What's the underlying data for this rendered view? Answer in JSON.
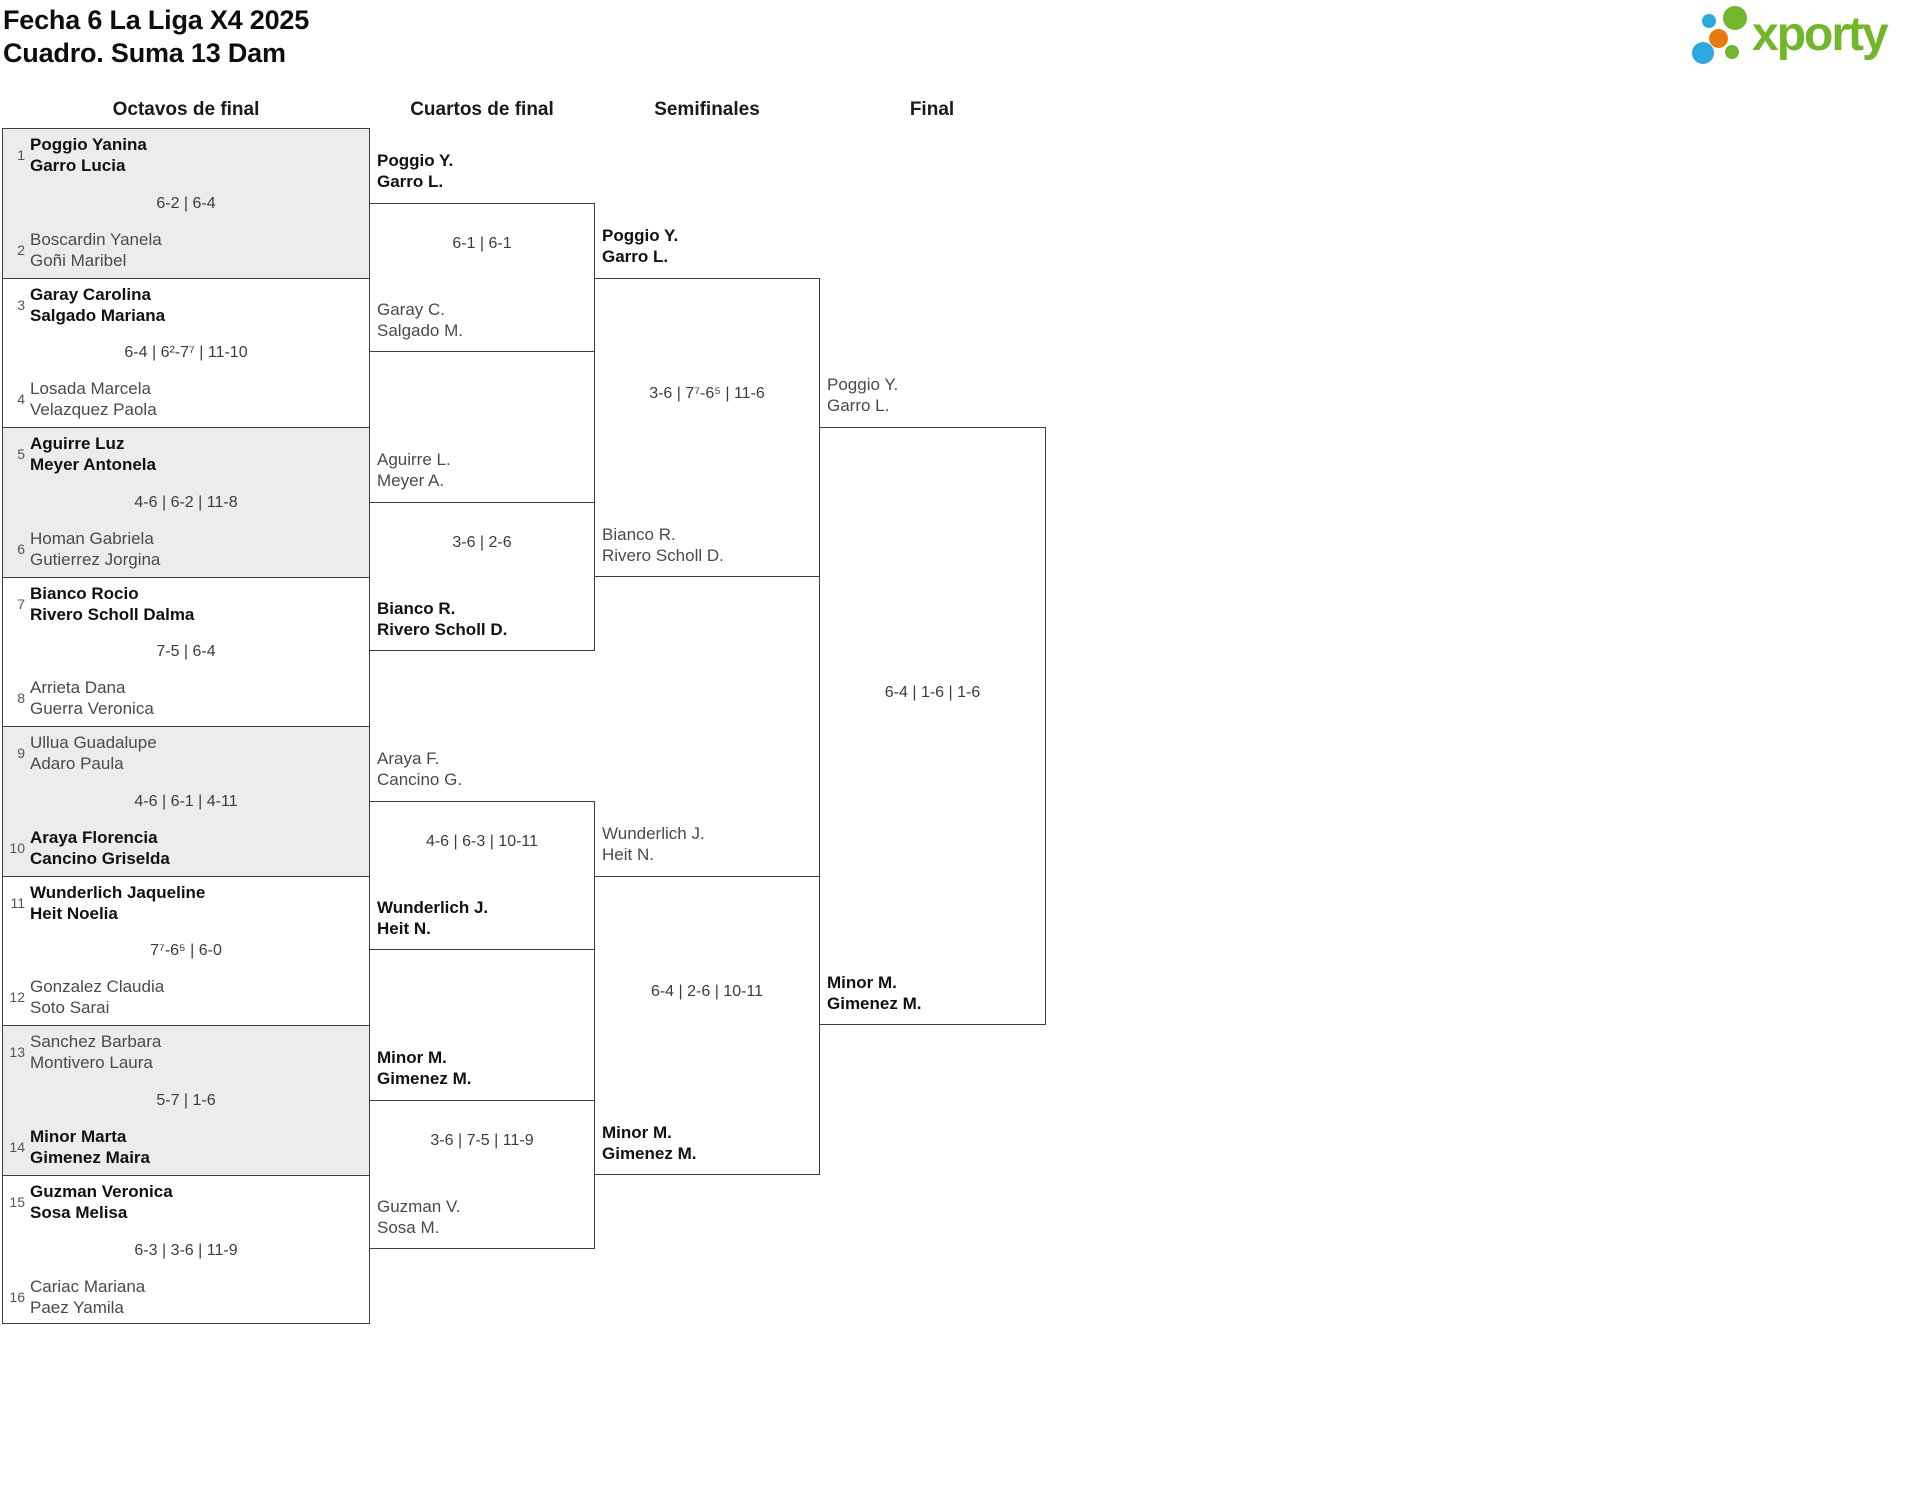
{
  "page": {
    "title_line1": "Fecha 6 La Liga X4 2025",
    "title_line2": "Cuadro. Suma 13 Dam"
  },
  "logo": {
    "wordmark": "xporty",
    "colors": {
      "green": "#72b62c",
      "blue": "#2ca8e0",
      "orange": "#e87a10"
    }
  },
  "round_headers": [
    "Octavos de final",
    "Cuartos de final",
    "Semifinales",
    "Final"
  ],
  "octavos": {
    "matches": [
      {
        "seed_top": "1",
        "top_line1": "Poggio Yanina",
        "top_line2": "Garro Lucia",
        "top_winner": true,
        "seed_bottom": "2",
        "bottom_line1": "Boscardin Yanela",
        "bottom_line2": "Goñi Maribel",
        "bottom_winner": false,
        "score": "6-2 | 6-4"
      },
      {
        "seed_top": "3",
        "top_line1": "Garay Carolina",
        "top_line2": "Salgado Mariana",
        "top_winner": true,
        "seed_bottom": "4",
        "bottom_line1": "Losada Marcela",
        "bottom_line2": "Velazquez Paola",
        "bottom_winner": false,
        "score": "6-4 | 6²-7⁷ | 11-10"
      },
      {
        "seed_top": "5",
        "top_line1": "Aguirre Luz",
        "top_line2": "Meyer Antonela",
        "top_winner": true,
        "seed_bottom": "6",
        "bottom_line1": "Homan Gabriela",
        "bottom_line2": "Gutierrez Jorgina",
        "bottom_winner": false,
        "score": "4-6 | 6-2 | 11-8"
      },
      {
        "seed_top": "7",
        "top_line1": "Bianco Rocio",
        "top_line2": "Rivero Scholl Dalma",
        "top_winner": true,
        "seed_bottom": "8",
        "bottom_line1": "Arrieta Dana",
        "bottom_line2": "Guerra Veronica",
        "bottom_winner": false,
        "score": "7-5 | 6-4"
      },
      {
        "seed_top": "9",
        "top_line1": "Ullua Guadalupe",
        "top_line2": "Adaro Paula",
        "top_winner": false,
        "seed_bottom": "10",
        "bottom_line1": "Araya Florencia",
        "bottom_line2": "Cancino Griselda",
        "bottom_winner": true,
        "score": "4-6 | 6-1 | 4-11"
      },
      {
        "seed_top": "11",
        "top_line1": "Wunderlich Jaqueline",
        "top_line2": "Heit Noelia",
        "top_winner": true,
        "seed_bottom": "12",
        "bottom_line1": "Gonzalez Claudia",
        "bottom_line2": "Soto Sarai",
        "bottom_winner": false,
        "score": "7⁷-6⁵ | 6-0"
      },
      {
        "seed_top": "13",
        "top_line1": "Sanchez Barbara",
        "top_line2": "Montivero Laura",
        "top_winner": false,
        "seed_bottom": "14",
        "bottom_line1": "Minor Marta",
        "bottom_line2": "Gimenez Maira",
        "bottom_winner": true,
        "score": "5-7 | 1-6"
      },
      {
        "seed_top": "15",
        "top_line1": "Guzman Veronica",
        "top_line2": "Sosa Melisa",
        "top_winner": true,
        "seed_bottom": "16",
        "bottom_line1": "Cariac Mariana",
        "bottom_line2": "Paez Yamila",
        "bottom_winner": false,
        "score": "6-3 | 3-6 | 11-9"
      }
    ]
  },
  "cuartos": {
    "matches": [
      {
        "top_line1": "Poggio Y.",
        "top_line2": "Garro L.",
        "top_winner": true,
        "bottom_line1": "Garay C.",
        "bottom_line2": "Salgado M.",
        "bottom_winner": false,
        "score": "6-1 | 6-1"
      },
      {
        "top_line1": "Aguirre L.",
        "top_line2": "Meyer A.",
        "top_winner": false,
        "bottom_line1": "Bianco R.",
        "bottom_line2": "Rivero Scholl D.",
        "bottom_winner": true,
        "score": "3-6 | 2-6"
      },
      {
        "top_line1": "Araya F.",
        "top_line2": "Cancino G.",
        "top_winner": false,
        "bottom_line1": "Wunderlich J.",
        "bottom_line2": "Heit N.",
        "bottom_winner": true,
        "score": "4-6 | 6-3 | 10-11"
      },
      {
        "top_line1": "Minor M.",
        "top_line2": "Gimenez M.",
        "top_winner": true,
        "bottom_line1": "Guzman V.",
        "bottom_line2": "Sosa M.",
        "bottom_winner": false,
        "score": "3-6 | 7-5 | 11-9"
      }
    ]
  },
  "semifinales": {
    "matches": [
      {
        "top_line1": "Poggio Y.",
        "top_line2": "Garro L.",
        "top_winner": true,
        "bottom_line1": "Bianco R.",
        "bottom_line2": "Rivero Scholl D.",
        "bottom_winner": false,
        "score": "3-6 | 7⁷-6⁵ | 11-6"
      },
      {
        "top_line1": "Wunderlich J.",
        "top_line2": "Heit N.",
        "top_winner": false,
        "bottom_line1": "Minor M.",
        "bottom_line2": "Gimenez M.",
        "bottom_winner": true,
        "score": "6-4 | 2-6 | 10-11"
      }
    ]
  },
  "final_match": {
    "top_line1": "Poggio Y.",
    "top_line2": "Garro L.",
    "top_winner": false,
    "bottom_line1": "Minor M.",
    "bottom_line2": "Gimenez M.",
    "bottom_winner": true,
    "score": "6-4 | 1-6 | 1-6"
  }
}
